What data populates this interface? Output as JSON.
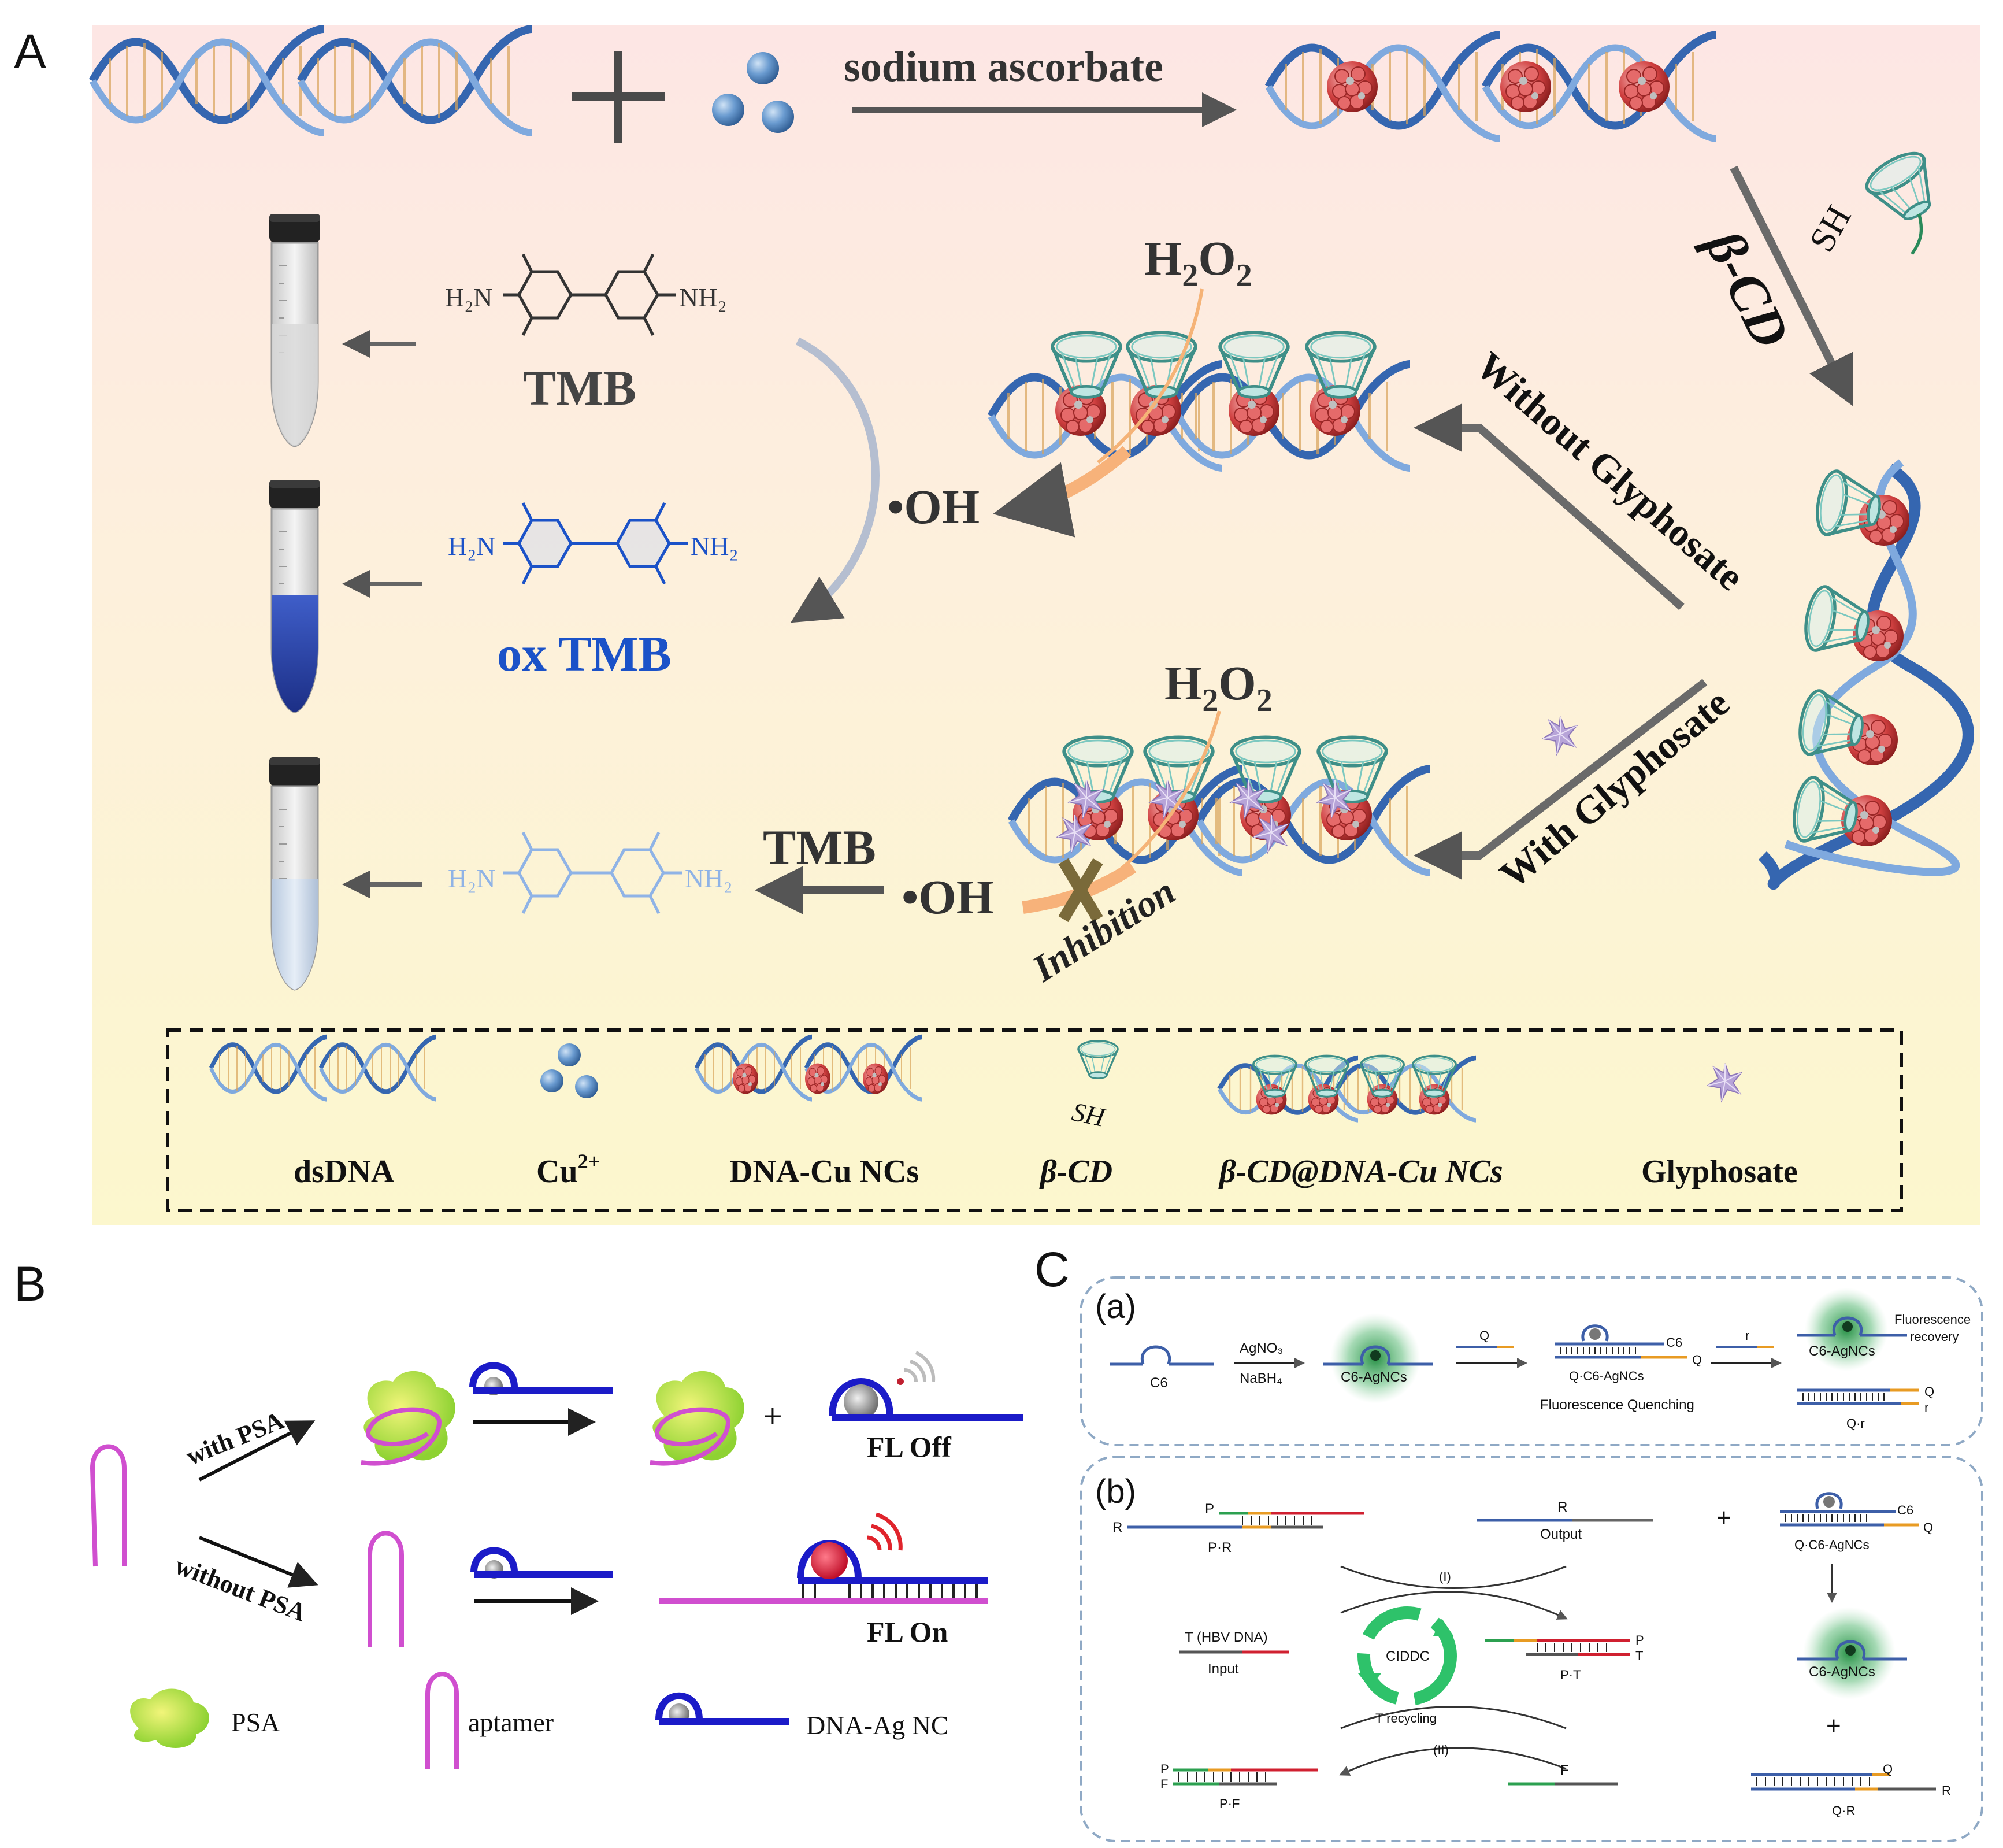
{
  "panel_a": {
    "letter": "A",
    "sodium_ascorbate": "sodium ascorbate",
    "beta_cd": "β-CD",
    "sh": "SH",
    "h2o2_top": "H",
    "h2o2_sub": "2",
    "h2o2_o": "O",
    "oh": "•OH",
    "tmb": "TMB",
    "oxtmb": "ox TMB",
    "without_glyphosate": "Without Glyphosate",
    "with_glyphosate": "With Glyphosate",
    "inhibition": "Inhibition",
    "tmb_arrow": "TMB",
    "h2n": "H₂N",
    "nh2": "NH₂",
    "legend": {
      "dsdna": "dsDNA",
      "cu": "Cu",
      "cu_sup": "2+",
      "dna_cu": "DNA-Cu NCs",
      "beta_cd": "β-CD",
      "beta_cd_dna": "β-CD@DNA-Cu NCs",
      "glyphosate": "Glyphosate"
    },
    "colors": {
      "top_bg": "#fde9e6",
      "bottom_bg": "#fdf8cf",
      "dna": "#3a6fb8",
      "cu": "#d04a4a",
      "cd": "#5fb8b0",
      "oxtmb": "#1b52c8",
      "arrow": "#707070"
    }
  },
  "panel_b": {
    "letter": "B",
    "with_psa": "with PSA",
    "without_psa": "without PSA",
    "fl_off": "FL Off",
    "fl_on": "FL On",
    "plus": "+",
    "legend_psa": "PSA",
    "legend_aptamer": "aptamer",
    "legend_dna_ag": "DNA-Ag NC",
    "colors": {
      "aptamer": "#d04fcf",
      "strand": "#1b1bc8",
      "psa": "#a7e040",
      "red": "#e0242c"
    }
  },
  "panel_c": {
    "letter": "C",
    "a_label": "(a)",
    "b_label": "(b)",
    "a": {
      "c6": "C6",
      "agno3": "AgNO₃",
      "nabh4": "NaBH₄",
      "c6_agncs": "C6-AgNCs",
      "q": "Q",
      "q_c6": "Q·C6-AgNCs",
      "c6_right": "C6",
      "quenching": "Fluorescence Quenching",
      "r": "r",
      "c6_agncs2": "C6-AgNCs",
      "fluor": "Fluorescence",
      "recovery": "recovery",
      "qr": "Q·r",
      "q2": "Q",
      "r2": "r"
    },
    "b": {
      "r": "R",
      "p": "P",
      "pr": "P·R",
      "r_out": "R",
      "output": "Output",
      "plus1": "+",
      "c6": "C6",
      "q": "Q",
      "q_c6": "Q·C6-AgNCs",
      "i": "(I)",
      "ii": "(II)",
      "t_hbv": "T (HBV DNA)",
      "input": "Input",
      "ciddc": "CIDDC",
      "p2": "P",
      "t2": "T",
      "pt": "P·T",
      "c6_agncs": "C6-AgNCs",
      "plus2": "+",
      "t_recycling": "T recycling",
      "p3": "P",
      "f3": "F",
      "pf": "P·F",
      "f": "F",
      "q2": "Q",
      "r2": "R",
      "qr": "Q·R"
    }
  }
}
